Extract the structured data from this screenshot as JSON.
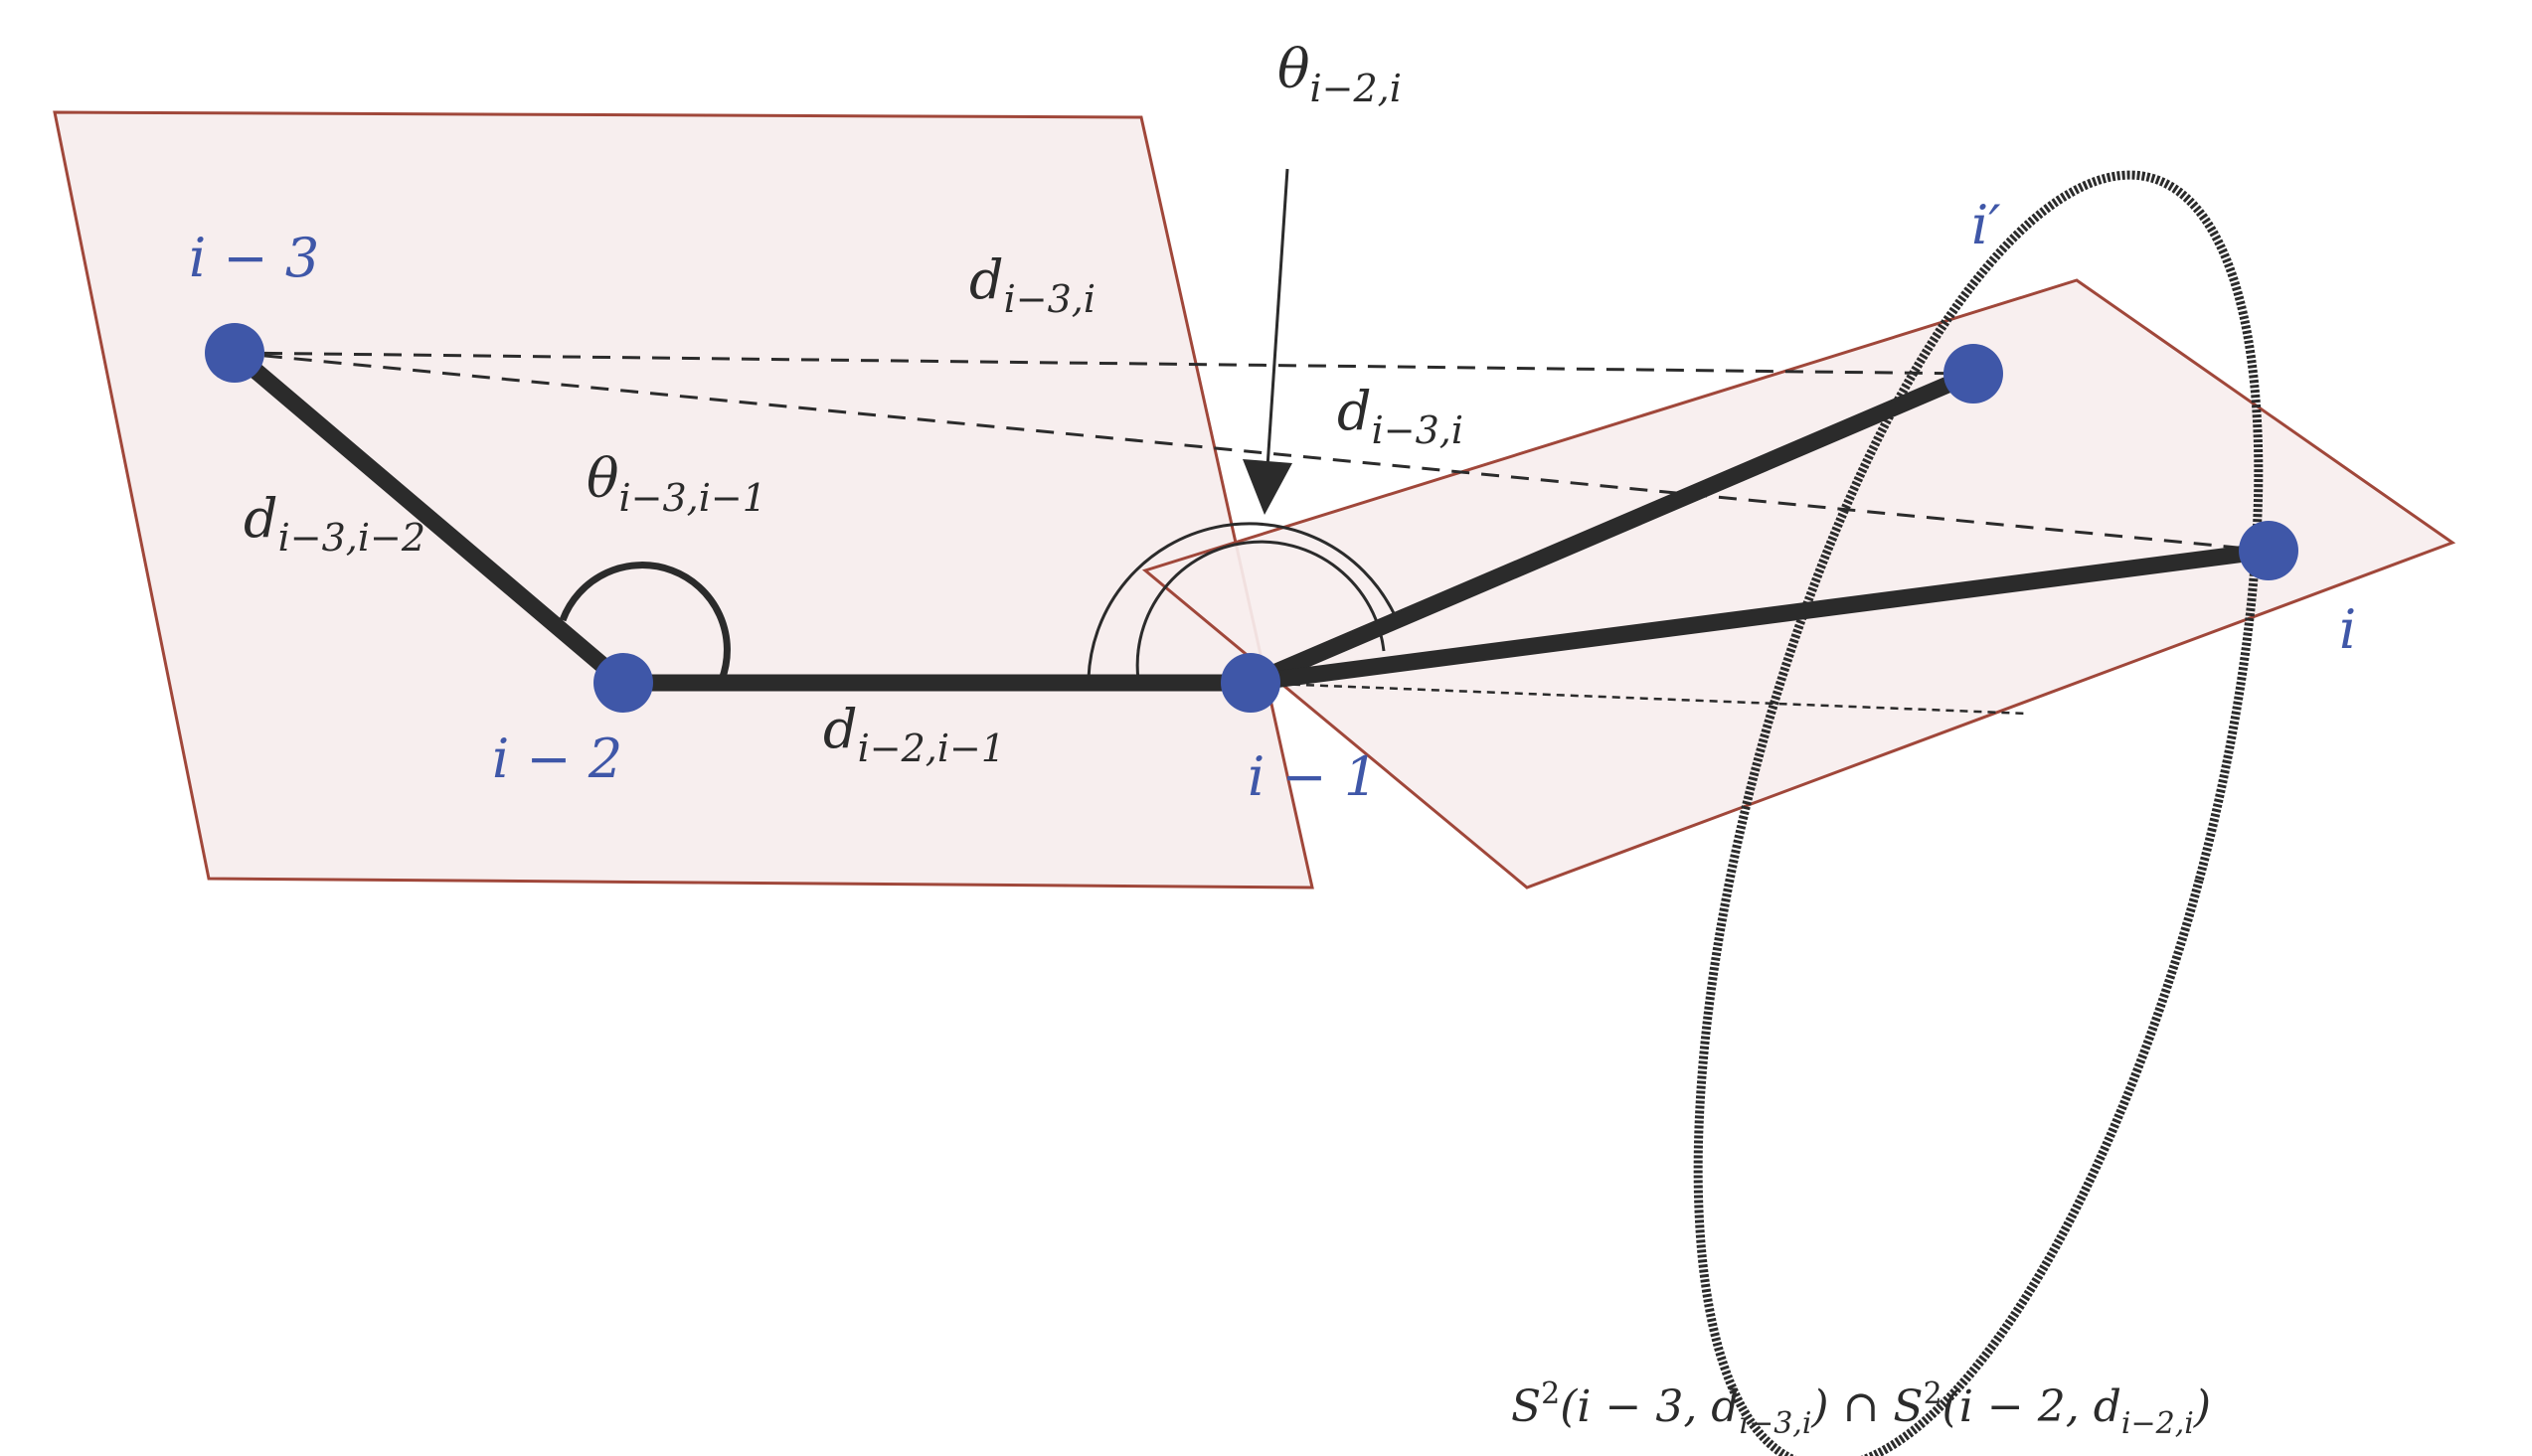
{
  "colors": {
    "plane_fill": "#f7eeee",
    "plane_stroke": "#a0473a",
    "node": "#3f57a8",
    "node_label": "#3f57a8",
    "bond": "#2b2b2b",
    "text": "#2b2b2b"
  },
  "nodes": {
    "i_minus_3": "i − 3",
    "i_minus_2": "i − 2",
    "i_minus_1": "i − 1",
    "i_prime": "i′",
    "i": "i"
  },
  "labels": {
    "d_i3_i2": {
      "base": "d",
      "sub": "i−3,i−2"
    },
    "d_i2_i1": {
      "base": "d",
      "sub": "i−2,i−1"
    },
    "d_i3_i_top": {
      "base": "d",
      "sub": "i−3,i"
    },
    "d_i3_i_mid": {
      "base": "d",
      "sub": "i−3,i"
    },
    "theta_i3_i1": {
      "base": "θ",
      "sub": "i−3,i−1"
    },
    "theta_i2_i": {
      "base": "θ",
      "sub": "i−2,i"
    },
    "intersection_a": "S",
    "intersection_sup": "2",
    "intersection_b": "(i − 3, d",
    "intersection_b_sub": "i−3,i",
    "intersection_c": ") ∩ S",
    "intersection_d": "(i − 2, d",
    "intersection_d_sub": "i−2,i",
    "intersection_e": ")"
  }
}
